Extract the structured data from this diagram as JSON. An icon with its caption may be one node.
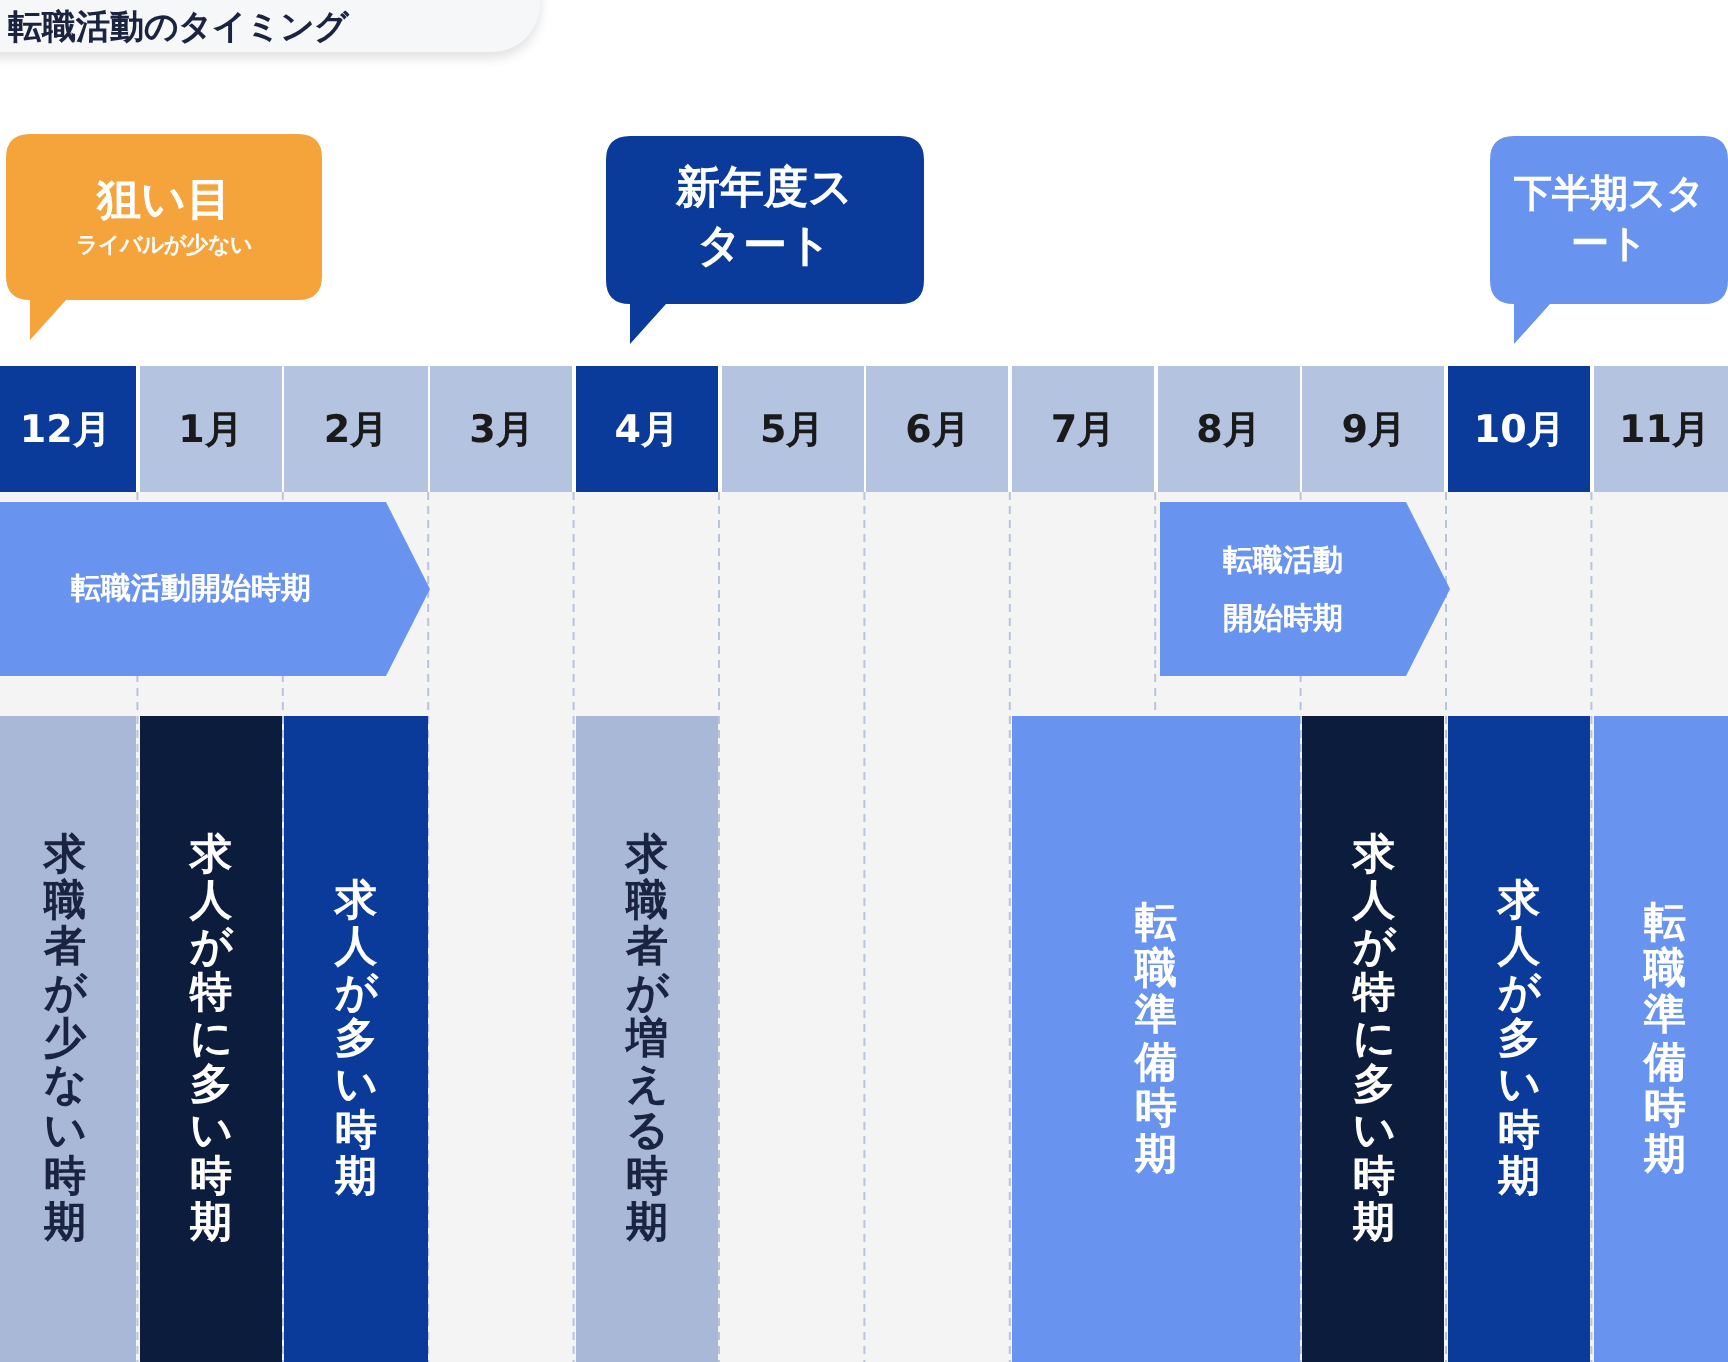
{
  "diagram": {
    "title": "転職活動のタイミング",
    "nodes": [
      {
        "text": [
          "狙い目",
          "ライバルが少ない"
        ]
      },
      {
        "text": [
          "新年度スタート"
        ]
      },
      {
        "text": [
          "下半期スタート"
        ]
      },
      {
        "text": [
          "12月"
        ]
      },
      {
        "text": [
          "1月"
        ]
      },
      {
        "text": [
          "2月"
        ]
      },
      {
        "text": [
          "3月"
        ]
      },
      {
        "text": [
          "4月"
        ]
      },
      {
        "text": [
          "5月"
        ]
      },
      {
        "text": [
          "6月"
        ]
      },
      {
        "text": [
          "7月"
        ]
      },
      {
        "text": [
          "8月"
        ]
      },
      {
        "text": [
          "9月"
        ]
      },
      {
        "text": [
          "10月"
        ]
      },
      {
        "text": [
          "11月"
        ]
      },
      {
        "text": [
          "転職活動開始時期"
        ]
      },
      {
        "text": [
          "転職活動開始時期"
        ]
      },
      {
        "text": [
          "求職者が少ない時期"
        ]
      },
      {
        "text": [
          "求人が特に多い時期"
        ]
      },
      {
        "text": [
          "求人が多い時期"
        ]
      },
      {
        "text": [
          "求職者が増える時期"
        ]
      },
      {
        "text": [
          "転職準備時期"
        ]
      },
      {
        "text": [
          "求人が特に多い時期"
        ]
      },
      {
        "text": [
          "求人が多い時期"
        ]
      },
      {
        "text": [
          "転職準備時期"
        ]
      }
    ]
  }
}
